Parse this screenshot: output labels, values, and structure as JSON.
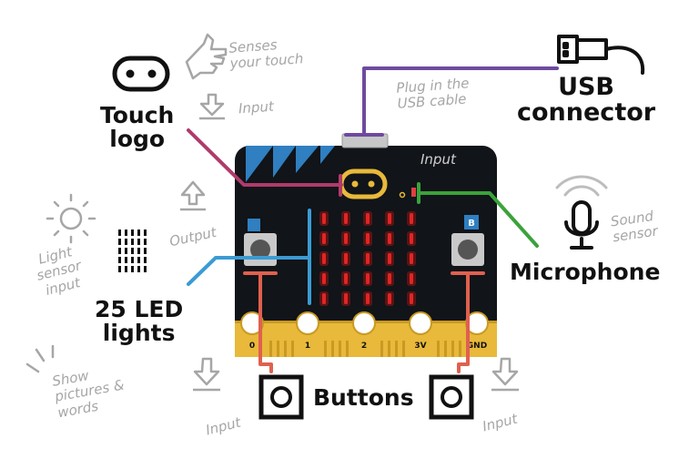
{
  "labels": {
    "touch_logo": [
      "Touch",
      "logo"
    ],
    "usb": [
      "USB",
      "connector"
    ],
    "microphone": "Microphone",
    "leds": [
      "25 LED",
      "lights"
    ],
    "buttons": "Buttons"
  },
  "notes": {
    "senses_touch": [
      "Senses",
      "your touch"
    ],
    "touch_input": "Input",
    "plug_usb": [
      "Plug in the",
      "USB cable"
    ],
    "board_input": "Input",
    "sound_sensor": [
      "Sound",
      "sensor"
    ],
    "output": "Output",
    "light_sensor": [
      "Light",
      "sensor",
      "input"
    ],
    "show_pictures": [
      "Show",
      "pictures &",
      "words"
    ],
    "input_left": "Input",
    "input_right": "Input"
  },
  "pins": [
    "0",
    "1",
    "2",
    "3V",
    "GND"
  ],
  "button_letter_b": "B",
  "colors": {
    "board": "#111418",
    "accent_blue": "#2f7fc1",
    "gold": "#e8b93a",
    "touch_line": "#b03a6b",
    "usb_line": "#6e4aa0",
    "mic_line": "#3aa33a",
    "led_line": "#3b9bd4",
    "button_line": "#e0604f",
    "led": "#e02525"
  },
  "icons": [
    "touch-logo-icon",
    "usb-plug-icon",
    "microphone-icon",
    "button-icon",
    "sun-icon",
    "led-grid-icon",
    "hand-icon",
    "arrow-up-icon",
    "arrow-down-icon"
  ]
}
